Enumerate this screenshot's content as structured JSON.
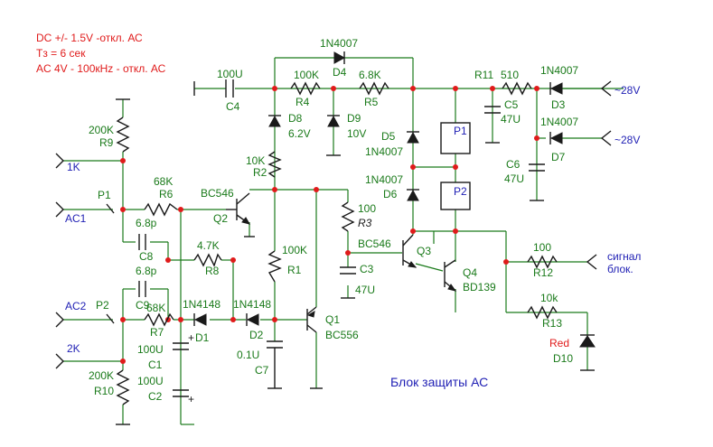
{
  "notes": [
    "DC +/- 1.5V -откл. АС",
    "Тз = 6 сек",
    "AC 4V - 100кHz - откл. АС"
  ],
  "title": "Блок защиты АС",
  "ports": {
    "in_1k": "1K",
    "in_ac1": "AC1",
    "in_ac2": "AC2",
    "in_2k": "2K",
    "v28_top": "~28V",
    "v28_bottom": "~28V",
    "signal": "сигнал\nблок."
  },
  "components": {
    "C4": {
      "ref": "C4",
      "value": "100U"
    },
    "D4": {
      "ref": "D4",
      "value": "1N4007"
    },
    "R4": {
      "ref": "R4",
      "value": "100K"
    },
    "R5": {
      "ref": "R5",
      "value": "6.8K"
    },
    "R11": {
      "ref": "R11",
      "value": "510"
    },
    "D3": {
      "ref": "D3",
      "value": "1N4007"
    },
    "D7": {
      "ref": "D7",
      "value": "1N4007"
    },
    "C5": {
      "ref": "C5",
      "value": "47U"
    },
    "C6": {
      "ref": "C6",
      "value": "47U"
    },
    "D8": {
      "ref": "D8",
      "value": "6.2V"
    },
    "D9": {
      "ref": "D9",
      "value": "10V"
    },
    "D5": {
      "ref": "D5",
      "value": "1N4007"
    },
    "D6": {
      "ref": "D6",
      "value": "1N4007"
    },
    "P1": {
      "ref": "P1"
    },
    "P2": {
      "ref": "P2"
    },
    "R9": {
      "ref": "R9",
      "value": "200K"
    },
    "R2": {
      "ref": "R2",
      "value": "10K"
    },
    "R6": {
      "ref": "R6",
      "value": "68K"
    },
    "Q2": {
      "ref": "Q2",
      "value": "BC546"
    },
    "R3": {
      "ref": "R3",
      "value": "100"
    },
    "Q3": {
      "ref": "Q3",
      "value": "BC546"
    },
    "C3": {
      "ref": "C3",
      "value": "47U"
    },
    "Q4": {
      "ref": "Q4",
      "value": "BD139"
    },
    "R12": {
      "ref": "R12",
      "value": "100"
    },
    "C8": {
      "ref": "C8",
      "value": "6.8p"
    },
    "C9": {
      "ref": "C9",
      "value": "6.8p"
    },
    "R8": {
      "ref": "R8",
      "value": "4.7K"
    },
    "R1": {
      "ref": "R1",
      "value": "100K"
    },
    "R7": {
      "ref": "R7",
      "value": "68K"
    },
    "D1": {
      "ref": "D1",
      "value": "1N4148"
    },
    "D2": {
      "ref": "D2",
      "value": "1N4148"
    },
    "Q1": {
      "ref": "Q1",
      "value": "BC556"
    },
    "R13": {
      "ref": "R13",
      "value": "10k"
    },
    "D10": {
      "ref": "D10",
      "value": "Red"
    },
    "C1": {
      "ref": "C1",
      "value": "100U"
    },
    "C2": {
      "ref": "C2",
      "value": "100U"
    },
    "C7": {
      "ref": "C7",
      "value": "0.1U"
    },
    "R10": {
      "ref": "R10",
      "value": "200K"
    },
    "SW1": {
      "ref": "P1"
    },
    "SW2": {
      "ref": "P2"
    }
  },
  "polarity": {
    "plus1": "+",
    "plus2": "+"
  }
}
